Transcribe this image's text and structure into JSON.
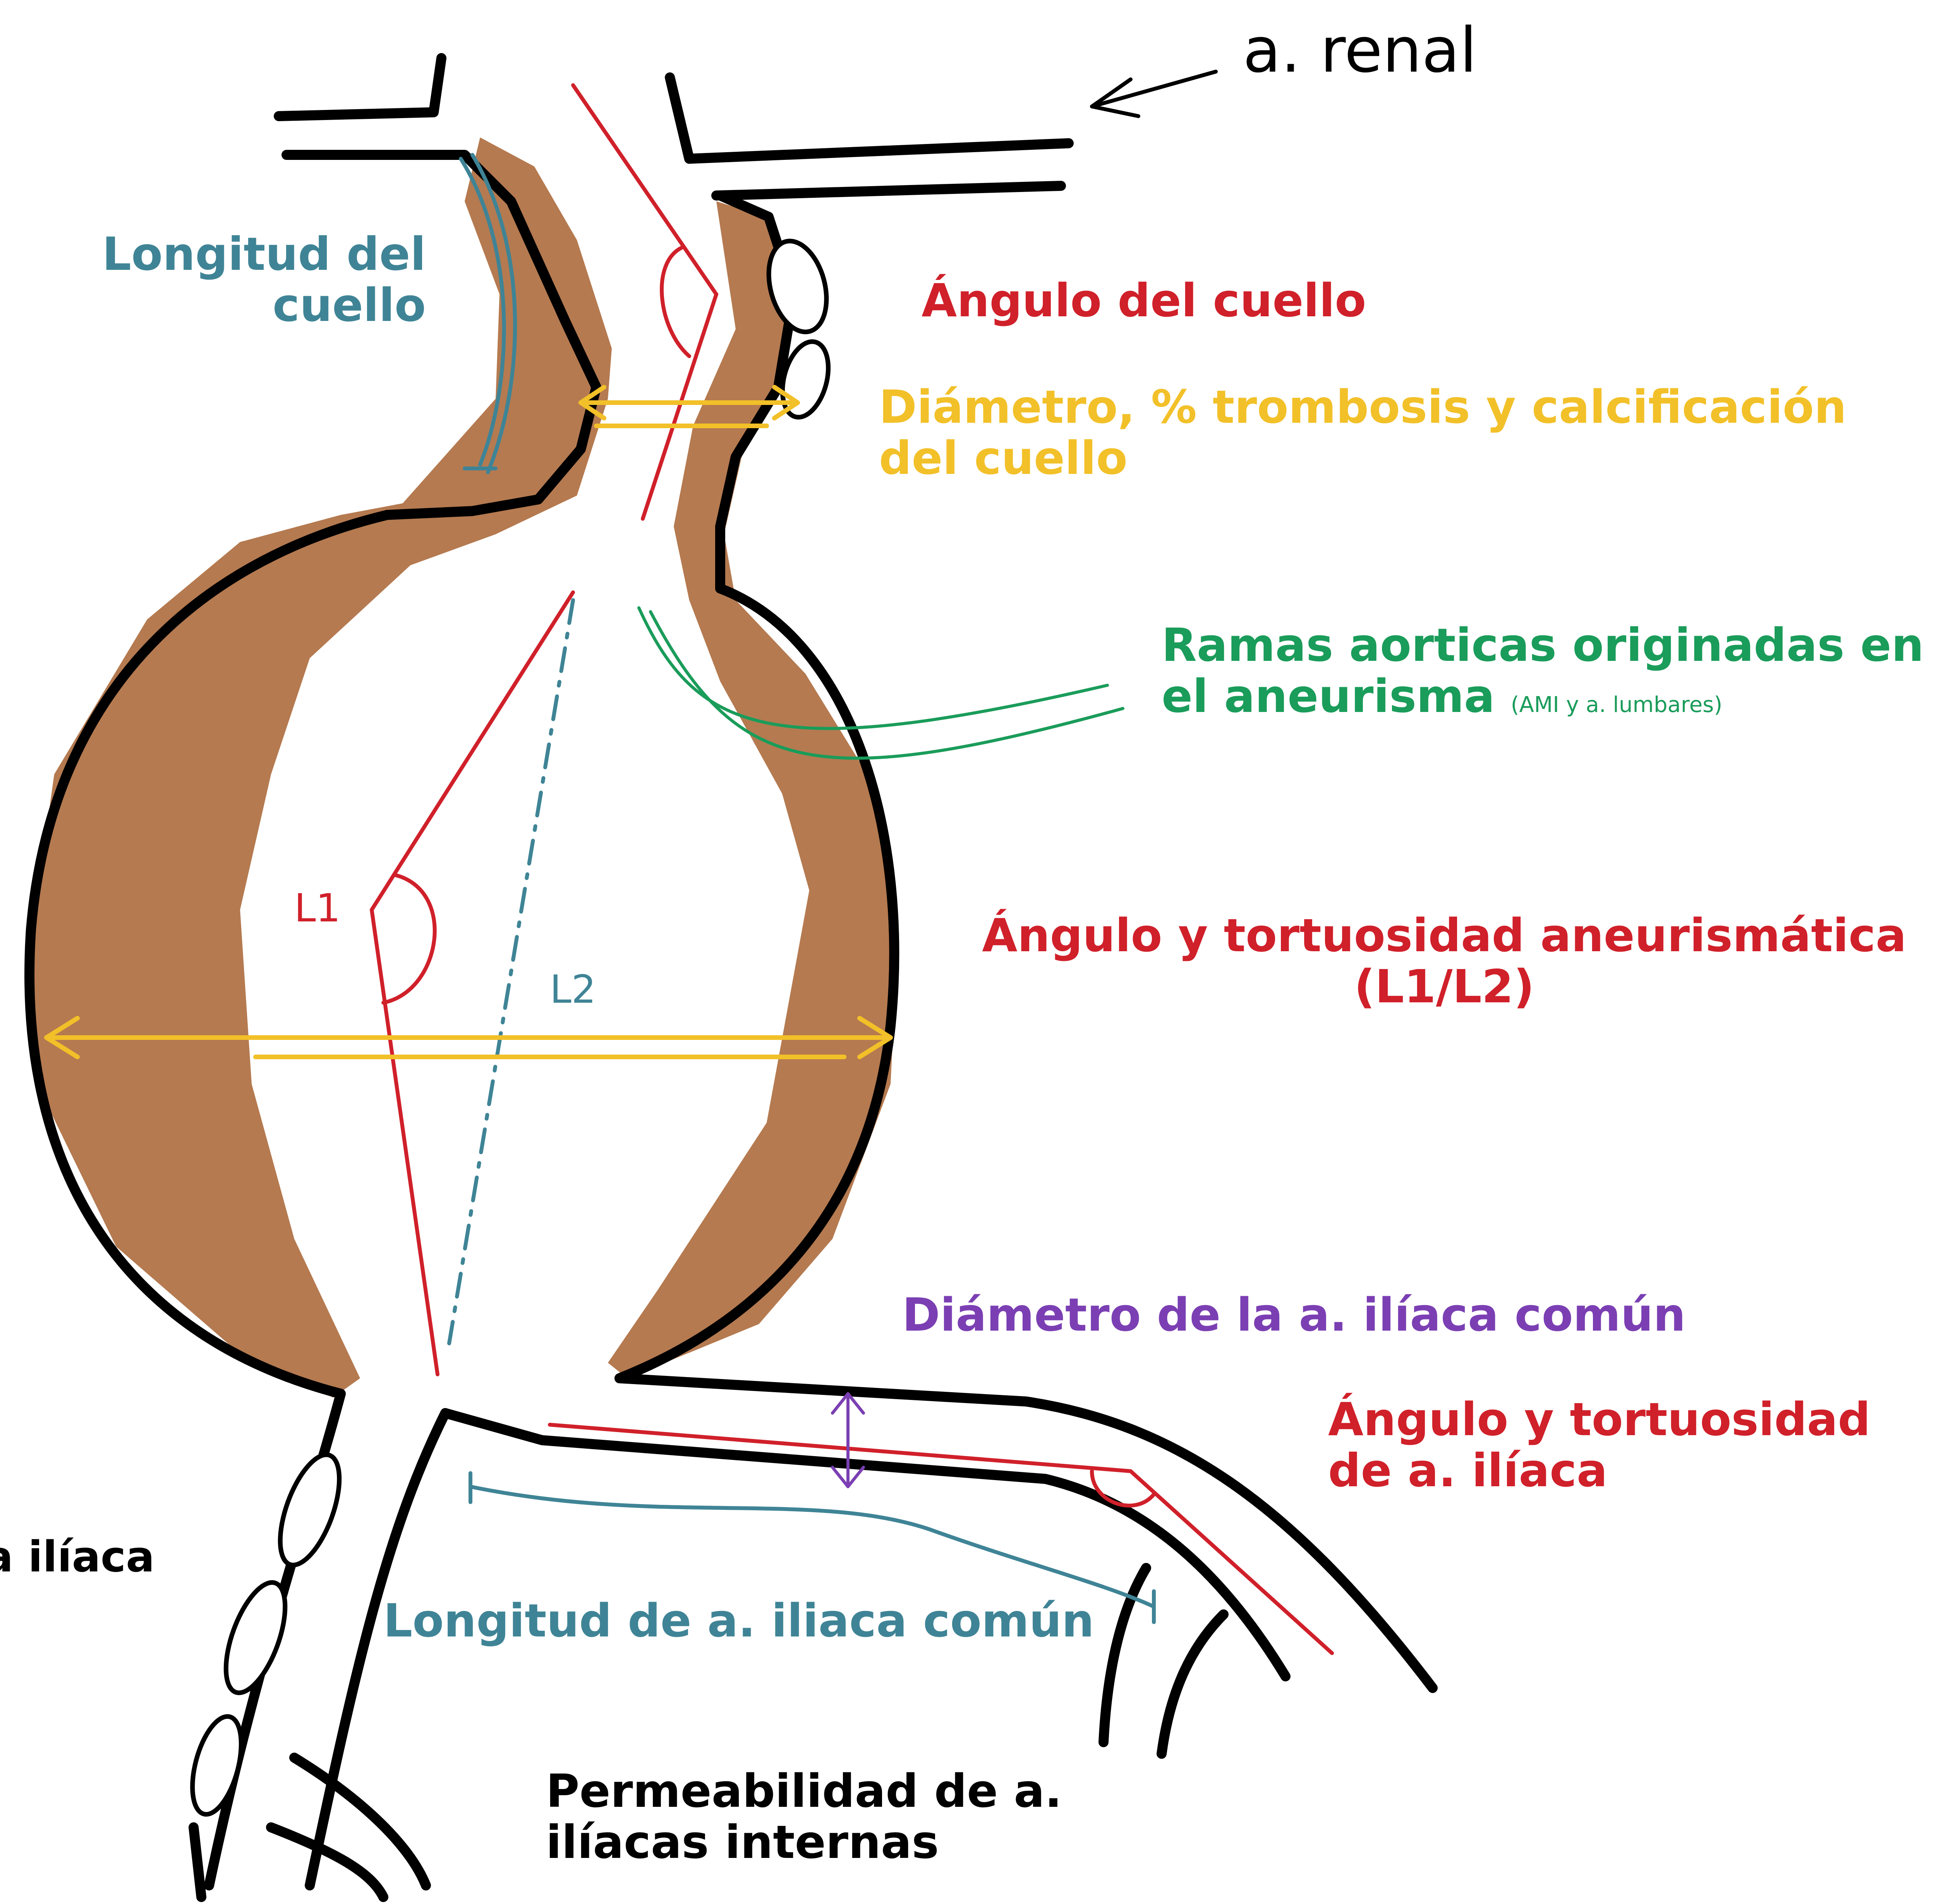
{
  "colors": {
    "outline": "#000000",
    "wall": "#b57a50",
    "angle_lines": "#d0202a",
    "length_lines": "#3f8496",
    "diameter_arrows": "#f2c028",
    "branch_lines": "#1a9c5a",
    "iliac_diameter": "#7b3fb3",
    "calcification_fill": "#ffffff"
  },
  "labels": {
    "renal": "a. renal",
    "neck_length_1": "Longitud del",
    "neck_length_2": "cuello",
    "neck_angle": "Ángulo del cuello",
    "neck_diameter_1": "Diámetro, % trombosis y calcificación",
    "neck_diameter_2": "del cuello",
    "branches_1": "Ramas aorticas originadas en",
    "branches_2": "el aneurisma",
    "branches_note": "(AMI y a. lumbares)",
    "l1": "L1",
    "l2": "L2",
    "aneurysm_angle_1": "Ángulo y tortuosidad aneurismática",
    "aneurysm_angle_2": "(L1/L2)",
    "iliac_diameter": "Diámetro de la a. ilíaca común",
    "iliac_angle_1": "Ángulo y tortuosidad",
    "iliac_angle_2": "de a. ilíaca",
    "iliac_partial": "a ilíaca",
    "iliac_length": "Longitud de a. iliaca común",
    "internal_iliac_1": "Permeabilidad de a.",
    "internal_iliac_2": "ilíacas internas"
  }
}
